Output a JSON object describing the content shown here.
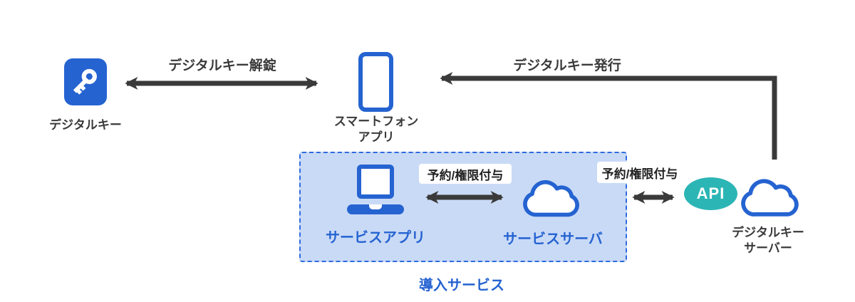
{
  "diagram": {
    "box_title": "導入サービス",
    "nodes": {
      "digital_key": {
        "label": "デジタルキー"
      },
      "smartphone": {
        "line1": "スマートフォン",
        "line2": "アプリ"
      },
      "service_app": {
        "label": "サービスアプリ"
      },
      "service_server": {
        "label": "サービスサーバ"
      },
      "api_badge": {
        "label": "API"
      },
      "key_server": {
        "line1": "デジタルキー",
        "line2": "サーバー"
      }
    },
    "edges": {
      "key_unlock": {
        "label": "デジタルキー解錠"
      },
      "key_issue": {
        "label": "デジタルキー発行"
      },
      "reserve_inner": {
        "label": "予約/権限付与"
      },
      "reserve_outer": {
        "label": "予約/権限付与"
      }
    },
    "colors": {
      "primary_blue": "#2563d1",
      "box_fill": "#c9daf6",
      "box_border": "#2f6be0",
      "teal": "#2cb5b5",
      "arrow_dark": "#3a3a3a"
    }
  }
}
